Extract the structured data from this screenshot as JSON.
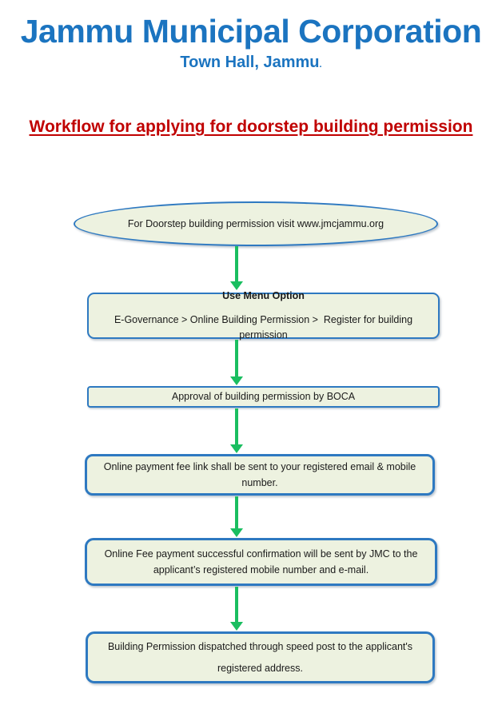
{
  "header": {
    "title": "Jammu Municipal Corporation",
    "subtitle": "Town Hall, Jammu",
    "subtitle_period": ".",
    "workflow_heading": "Workflow for applying for doorstep building permission"
  },
  "colors": {
    "title_blue": "#1b74c0",
    "heading_red": "#c00000",
    "node_fill": "#edf2e0",
    "node_border": "#2e79c1",
    "arrow_green": "#1abe60",
    "node_text": "#1a1a1a"
  },
  "flowchart": {
    "connector_style": "down-arrow",
    "nodes": [
      {
        "id": "start",
        "shape": "ellipse",
        "lines": [
          "For Doorstep building permission visit www.jmcjammu.org"
        ]
      },
      {
        "id": "menu-option",
        "shape": "rounded-rect",
        "title": "Use Menu Option",
        "lines": [
          "E-Governance > Online Building Permission >  Register for building permission"
        ]
      },
      {
        "id": "boca-approval",
        "shape": "rect",
        "lines": [
          "Approval of building permission by BOCA"
        ]
      },
      {
        "id": "payment-link",
        "shape": "rounded-rect",
        "lines": [
          "Online payment fee link shall be sent to your registered email & mobile",
          "number."
        ]
      },
      {
        "id": "payment-confirmation",
        "shape": "rounded-rect",
        "lines": [
          "Online Fee payment successful confirmation will be sent by JMC to the",
          "applicant’s registered mobile number and e-mail."
        ]
      },
      {
        "id": "dispatch",
        "shape": "rounded-rect",
        "lines": [
          "Building Permission dispatched through speed post to the applicant's",
          "registered address."
        ]
      }
    ]
  }
}
